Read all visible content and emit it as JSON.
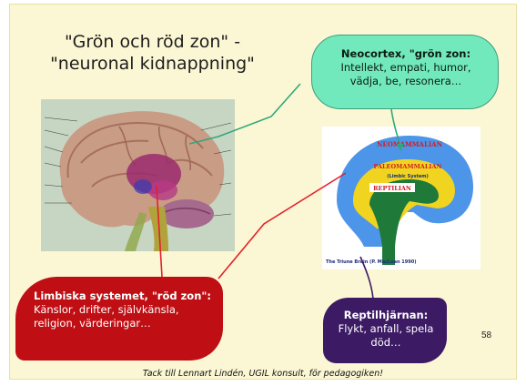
{
  "slide": {
    "title_lines": [
      "\"Grön och röd zon\" -",
      "\"neuronal kidnappning\""
    ],
    "slide_number": "58",
    "footer": "Tack till Lennart Lindén, UGIL konsult, för pedagogiken!"
  },
  "callouts": {
    "neocortex": {
      "heading": "Neocortex, \"grön zon:",
      "lines": [
        "Intellekt, empati, humor,",
        "vädja, be, resonera…"
      ],
      "color": "#71e9bd"
    },
    "limbic": {
      "heading": "Limbiska systemet, \"röd zon\":",
      "body": " Känslor, drifter, självkänsla, religion, värderingar…",
      "color": "#bf0f14"
    },
    "reptile": {
      "heading": "Reptilhjärnan:",
      "body": "Flykt, anfall, spela död…",
      "color": "#3c1a64"
    }
  },
  "triune_diagram": {
    "labels": {
      "top": "NEOMAMMALIAN",
      "middle": "PALEOMAMMALIAN",
      "middle_sub": "(Limbic System)",
      "bottom": "REPTILIAN"
    },
    "caption": "The Triune Brain (P. MacLean 1990)"
  },
  "colors": {
    "background": "#fbf7d4",
    "connector": "#e3212b",
    "neo_band": "#3f8fe6",
    "paleo_band": "#f0d420",
    "reptile_core": "#1f7a3a"
  }
}
